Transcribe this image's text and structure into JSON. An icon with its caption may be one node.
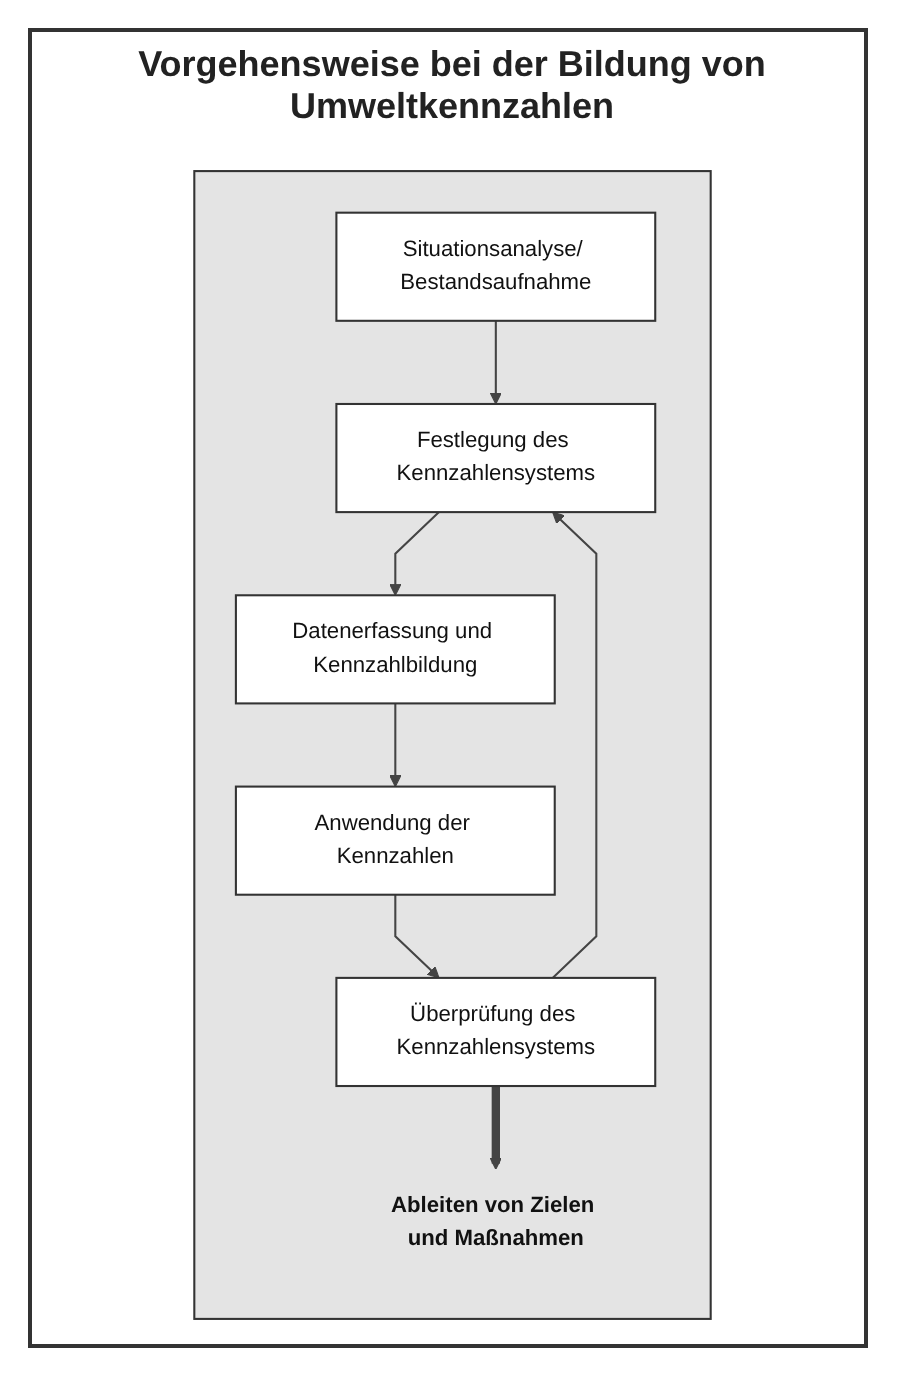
{
  "diagram": {
    "title": "Vorgehensweise bei der Bildung von Umweltkennzahlen",
    "nodes": [
      {
        "text": [],
        "shape": "box"
      },
      {
        "text": [
          "Situationsanalyse/ Bestandsaufnahme"
        ],
        "in": 0
      },
      {
        "text": [
          "Festlegung des Kennzahlensystems"
        ],
        "in": 0
      },
      {
        "text": [
          "Datenerfassung und Kennzahlbildung"
        ],
        "in": 0
      },
      {
        "text": [
          "Anwendung der Kennzahlen"
        ],
        "in": 0
      },
      {
        "text": [
          "Überprüfung des Kennzahlensystems"
        ],
        "in": 0
      },
      {
        "text": [
          "Ableiten von Zielen und Maßnahmen"
        ],
        "in": 0
      }
    ],
    "edges": [
      {
        "from": 1,
        "to": 2,
        "arrow": "to"
      },
      {
        "from": 2,
        "to": 3,
        "arrow": "to"
      },
      {
        "from": 3,
        "to": 4,
        "arrow": "to"
      },
      {
        "from": 4,
        "to": 5,
        "arrow": "to"
      },
      {
        "from": 5,
        "to": 2,
        "arrow": "to"
      },
      {
        "from": 5,
        "to": 6,
        "arrow": "to",
        "style": "thick"
      }
    ]
  }
}
